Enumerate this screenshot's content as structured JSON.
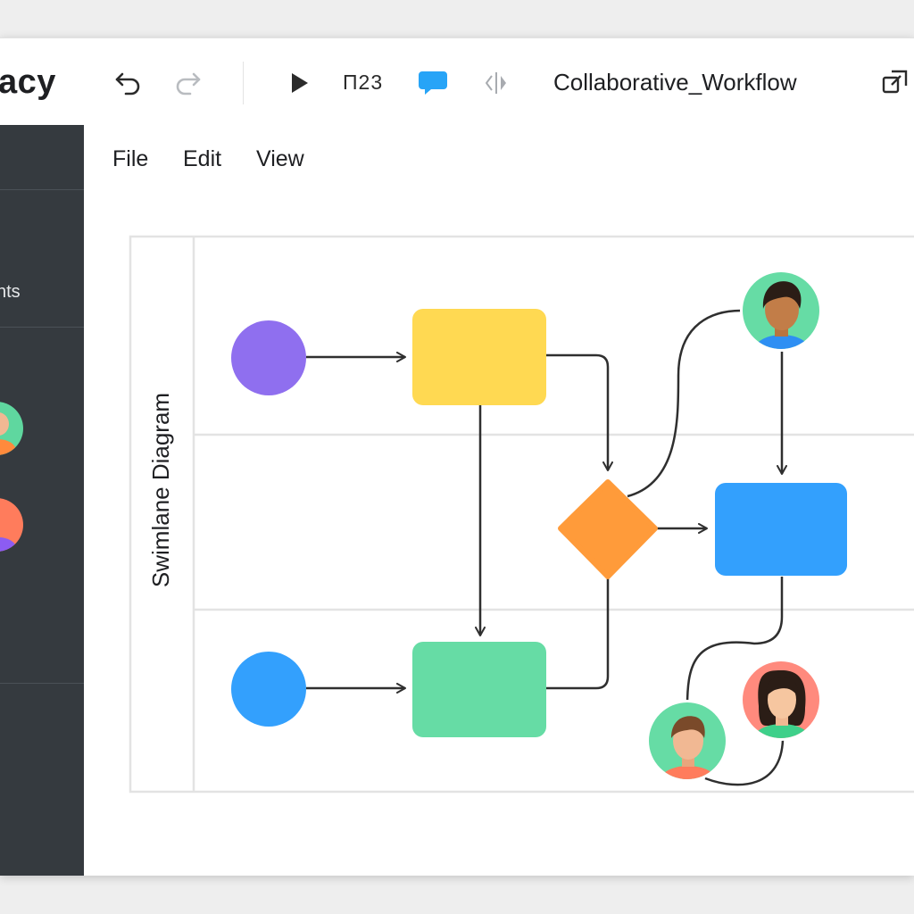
{
  "app": {
    "brand": "acy"
  },
  "toolbar": {
    "undo_icon": "undo-icon",
    "redo_icon": "redo-icon",
    "play_icon": "play-icon",
    "page_label": "П23",
    "comment_icon": "comment-icon",
    "split_icon": "split-view-icon",
    "doc_title": "Collaborative_Workflow",
    "share_icon": "window-icon"
  },
  "sidebar": {
    "item_label": "nts"
  },
  "menu": {
    "items": [
      "File",
      "Edit",
      "View"
    ]
  },
  "diagram": {
    "title": "Swimlane Diagram"
  },
  "colors": {
    "sidebar_bg": "#353a3f",
    "start_purple": "#8f6fef",
    "task_yellow": "#ffd952",
    "task_green": "#66dca5",
    "decision_orange": "#ff9b3a",
    "task_blue": "#33a0fd",
    "comment_blue": "#27a4f7"
  }
}
